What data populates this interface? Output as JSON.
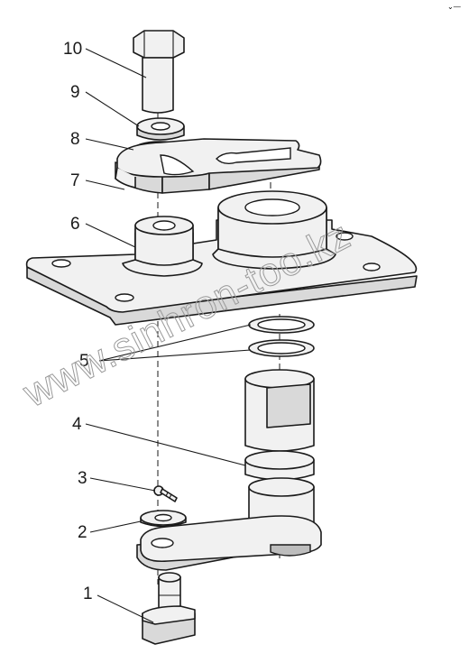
{
  "callouts": [
    {
      "id": "1",
      "label": "1"
    },
    {
      "id": "2",
      "label": "2"
    },
    {
      "id": "3",
      "label": "3"
    },
    {
      "id": "4",
      "label": "4"
    },
    {
      "id": "5",
      "label": "5"
    },
    {
      "id": "6",
      "label": "6"
    },
    {
      "id": "7",
      "label": "7"
    },
    {
      "id": "8",
      "label": "8"
    },
    {
      "id": "9",
      "label": "9"
    },
    {
      "id": "10",
      "label": "10"
    }
  ],
  "watermark": "www.sinhron-too.kz",
  "corner_mark": "⌄—"
}
